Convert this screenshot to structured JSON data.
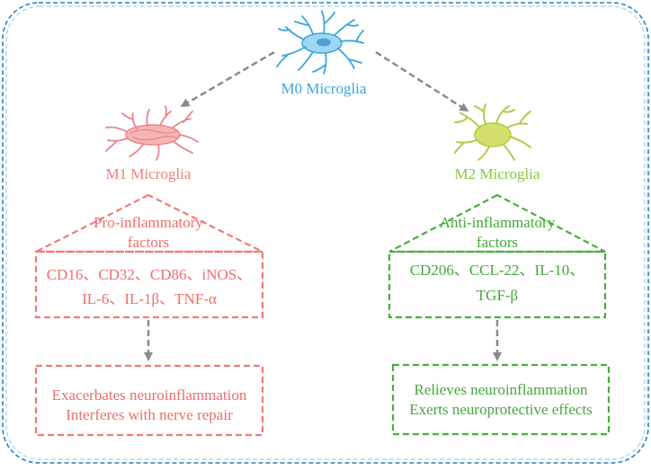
{
  "colors": {
    "frame_outer": "#2b7fc0",
    "frame_inner": "#9fd0ea",
    "m0": "#3aa6dc",
    "m1": "#f08080",
    "m2": "#8cc63e",
    "pro": "#f06d6d",
    "anti": "#45a83a",
    "arrow": "#8a8a8a"
  },
  "nodes": {
    "m0": {
      "label": "M0 Microglia",
      "icon": "microglia-cell-blue"
    },
    "m1": {
      "label": "M1 Microglia",
      "icon": "microglia-cell-red"
    },
    "m2": {
      "label": "M2 Microglia",
      "icon": "microglia-cell-green"
    }
  },
  "left_branch": {
    "category_line1": "Pro-inflammatory",
    "category_line2": "factors",
    "factors_line1": "CD16、CD32、CD86、iNOS、",
    "factors_line2": "IL-6、IL-1β、TNF-α",
    "effect_line1": "Exacerbates neuroinflammation",
    "effect_line2": "Interferes with nerve repair"
  },
  "right_branch": {
    "category_line1": "Anti-inflammatory",
    "category_line2": "factors",
    "factors_line1": "CD206、CCL-22、IL-10、",
    "factors_line2": "TGF-β",
    "effect_line1": "Relieves neuroinflammation",
    "effect_line2": "Exerts neuroprotective effects"
  }
}
